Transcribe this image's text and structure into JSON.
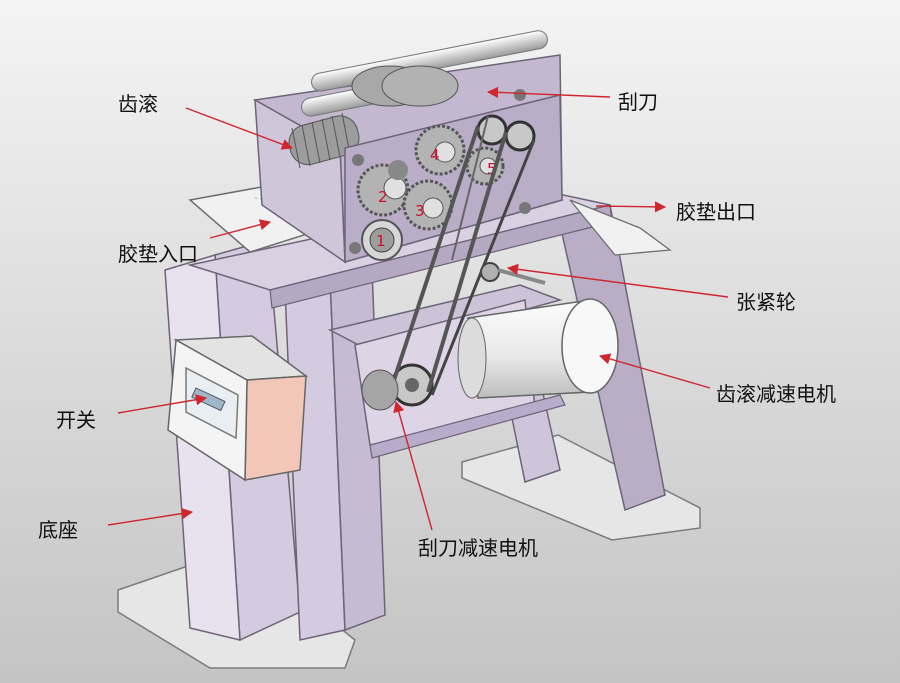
{
  "colors": {
    "frame": "#c9bfd4",
    "frame_dark": "#a99cb8",
    "frame_edge": "#6e6478",
    "base_plate": "#e4e4e4",
    "gear": "#b5b5b5",
    "gear_dark": "#7a7a7a",
    "box_side": "#f3c7b8",
    "box_front": "#f2f2f2",
    "motor": "#efefef",
    "arrow": "#d0262e",
    "number": "#c8102e"
  },
  "labels": {
    "chigun": "齿滚",
    "guadao": "刮刀",
    "chukou": "胶垫出口",
    "rukou": "胶垫入口",
    "zhangjinlun": "张紧轮",
    "chigun_motor": "齿滚减速电机",
    "kaiguan": "开关",
    "dizuo": "底座",
    "guadao_motor": "刮刀减速电机"
  },
  "gear_numbers": [
    "1",
    "2",
    "3",
    "4",
    "5"
  ]
}
